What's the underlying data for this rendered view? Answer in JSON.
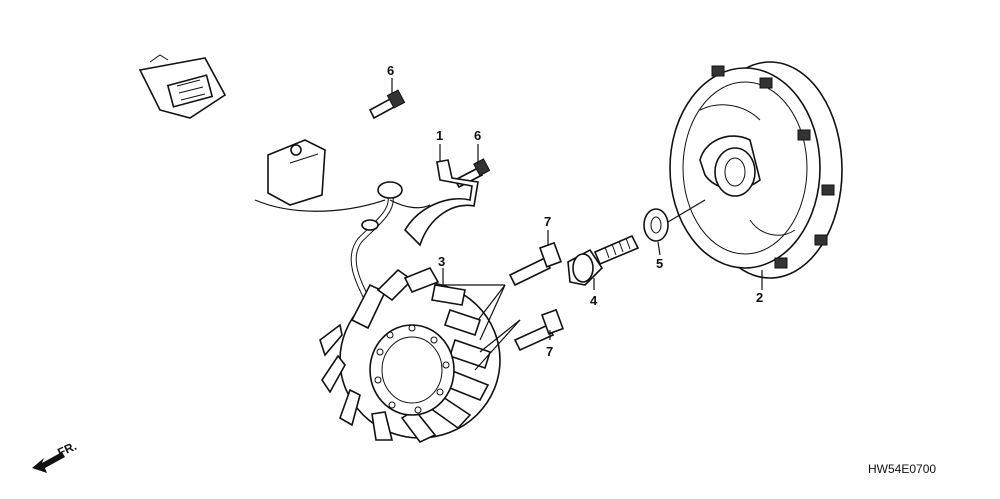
{
  "diagram_code": "HW54E0700",
  "front_indicator": "FR.",
  "callouts": [
    {
      "id": "c1",
      "text": "1"
    },
    {
      "id": "c2",
      "text": "2"
    },
    {
      "id": "c3",
      "text": "3"
    },
    {
      "id": "c4",
      "text": "4"
    },
    {
      "id": "c5",
      "text": "5"
    },
    {
      "id": "c6a",
      "text": "6"
    },
    {
      "id": "c6b",
      "text": "6"
    },
    {
      "id": "c7a",
      "text": "7"
    },
    {
      "id": "c7b",
      "text": "7"
    }
  ]
}
